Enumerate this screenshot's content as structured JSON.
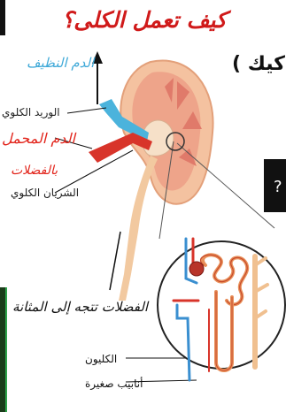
{
  "title": "كيف تعمل الكلى؟",
  "fragments": {
    "right_text": "كيك )",
    "question_mark": "?"
  },
  "labels": {
    "clean_blood": "الدم النظيف",
    "renal_vein": "الوريد الكلوي",
    "loaded_blood": "الدم المحمل",
    "with_waste": "بالفضلات",
    "renal_artery": "الشريان الكلوي",
    "waste_to_bladder": "الفضلات تتجه إلى المثانة",
    "nephron": "الكليون",
    "small_tubes": "أنابيب صغيرة"
  },
  "colors": {
    "title_red": "#d01a1a",
    "clean_blue": "#3fa9d8",
    "artery_red": "#e2231a",
    "kidney_outer": "#f2b58e",
    "kidney_inner": "#e98a7a"
  }
}
